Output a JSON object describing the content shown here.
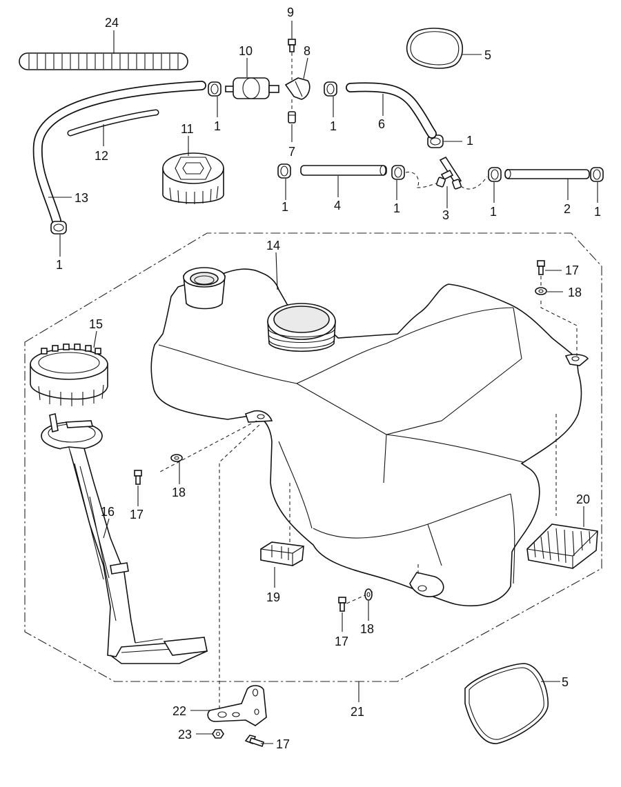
{
  "callouts": {
    "c1a": "1",
    "c1b": "1",
    "c1c": "1",
    "c1d": "1",
    "c1e": "1",
    "c1f": "1",
    "c1g": "1",
    "c1h": "1",
    "c2": "2",
    "c3": "3",
    "c4": "4",
    "c5a": "5",
    "c5b": "5",
    "c6": "6",
    "c7": "7",
    "c8": "8",
    "c9": "9",
    "c10": "10",
    "c11": "11",
    "c12": "12",
    "c13": "13",
    "c14": "14",
    "c15": "15",
    "c16": "16",
    "c17a": "17",
    "c17b": "17",
    "c17c": "17",
    "c17d": "17",
    "c18a": "18",
    "c18b": "18",
    "c18c": "18",
    "c19": "19",
    "c20": "20",
    "c21": "21",
    "c22": "22",
    "c23": "23",
    "c24": "24"
  }
}
